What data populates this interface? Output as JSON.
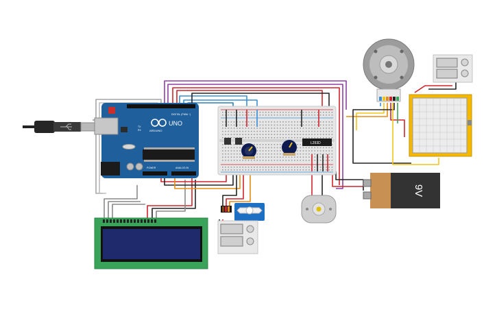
{
  "arduino": {
    "brand": "ARDUINO",
    "model": "UNO",
    "header_digital": "DIGITAL (PWM ~)",
    "header_power": "POWER",
    "header_analog": "ANALOG IN",
    "tx_label": "TX",
    "rx_label": "RX"
  },
  "motor_driver": {
    "label": "L293D"
  },
  "battery": {
    "label": "9V"
  },
  "colors": {
    "board_blue": "#1f5f9b",
    "lcd_green": "#3aa35a",
    "lcd_screen": "#1e2a6b",
    "breadboard": "#e6e6e6",
    "servo_blue": "#1d6fc4",
    "plotter_frame": "#f5b800",
    "battery_body": "#333333",
    "battery_cap": "#c99054",
    "wire_red": "#d0232a",
    "wire_black": "#222222",
    "wire_purple": "#8e3fa3",
    "wire_orange": "#e88b14",
    "wire_yellow": "#f0c419",
    "wire_blue": "#3a8fd6",
    "wire_gray": "#9a9a9a"
  },
  "icons": {
    "usb": "usb-plug-icon",
    "encoder_motor": "encoder-motor-icon",
    "dc_motor": "dc-motor-icon",
    "pushbutton": "pushbutton-icon",
    "potentiometer": "potentiometer-icon"
  }
}
